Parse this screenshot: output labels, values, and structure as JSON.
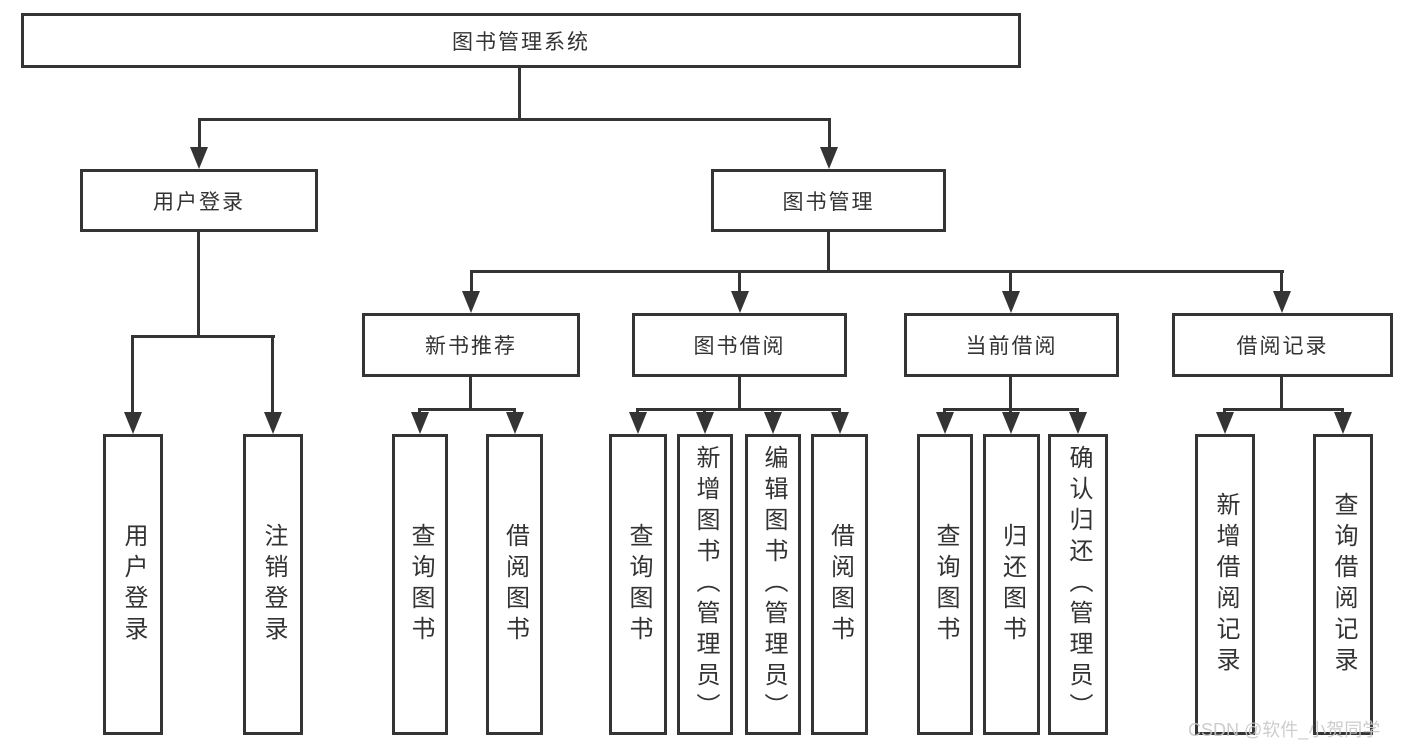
{
  "page": {
    "background": "#ffffff",
    "line_color": "#343434",
    "text_color": "#333333",
    "watermark": "CSDN @软件_小贺同学"
  },
  "diagram": {
    "root": {
      "label": "图书管理系统"
    },
    "branches": [
      {
        "label": "用户登录",
        "leaves": [
          {
            "label": "用户登录"
          },
          {
            "label": "注销登录"
          }
        ]
      },
      {
        "label": "图书管理",
        "groups": [
          {
            "label": "新书推荐",
            "leaves": [
              {
                "label": "查询图书"
              },
              {
                "label": "借阅图书"
              }
            ]
          },
          {
            "label": "图书借阅",
            "leaves": [
              {
                "label": "查询图书"
              },
              {
                "label": "新增图书（管理员）"
              },
              {
                "label": "编辑图书（管理员）"
              },
              {
                "label": "借阅图书"
              }
            ]
          },
          {
            "label": "当前借阅",
            "leaves": [
              {
                "label": "查询图书"
              },
              {
                "label": "归还图书"
              },
              {
                "label": "确认归还（管理员）"
              }
            ]
          },
          {
            "label": "借阅记录",
            "leaves": [
              {
                "label": "新增借阅记录"
              },
              {
                "label": "查询借阅记录"
              }
            ]
          }
        ]
      }
    ]
  }
}
